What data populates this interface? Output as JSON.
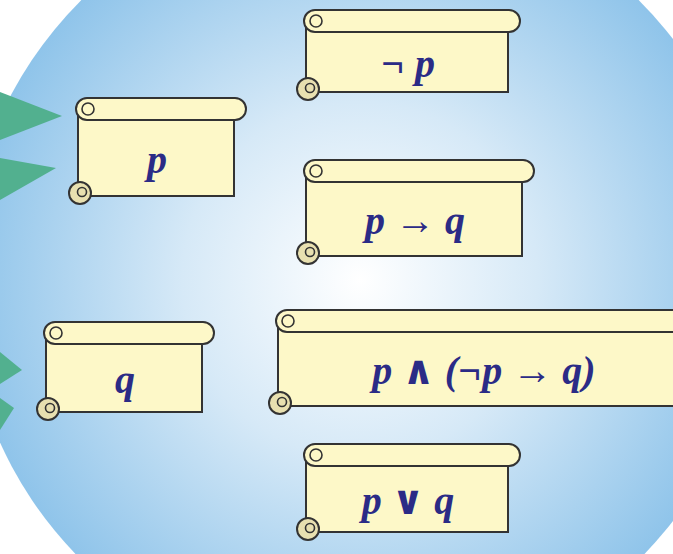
{
  "diagram": {
    "nodes": [
      {
        "text": [
          "¬ p"
        ]
      },
      {
        "text": [
          "p"
        ]
      },
      {
        "text": [
          "p → q"
        ]
      },
      {
        "text": [
          "q"
        ]
      },
      {
        "text": [
          "p ∧ (¬p → q)"
        ]
      },
      {
        "text": [
          "p ∨ q"
        ]
      }
    ]
  }
}
